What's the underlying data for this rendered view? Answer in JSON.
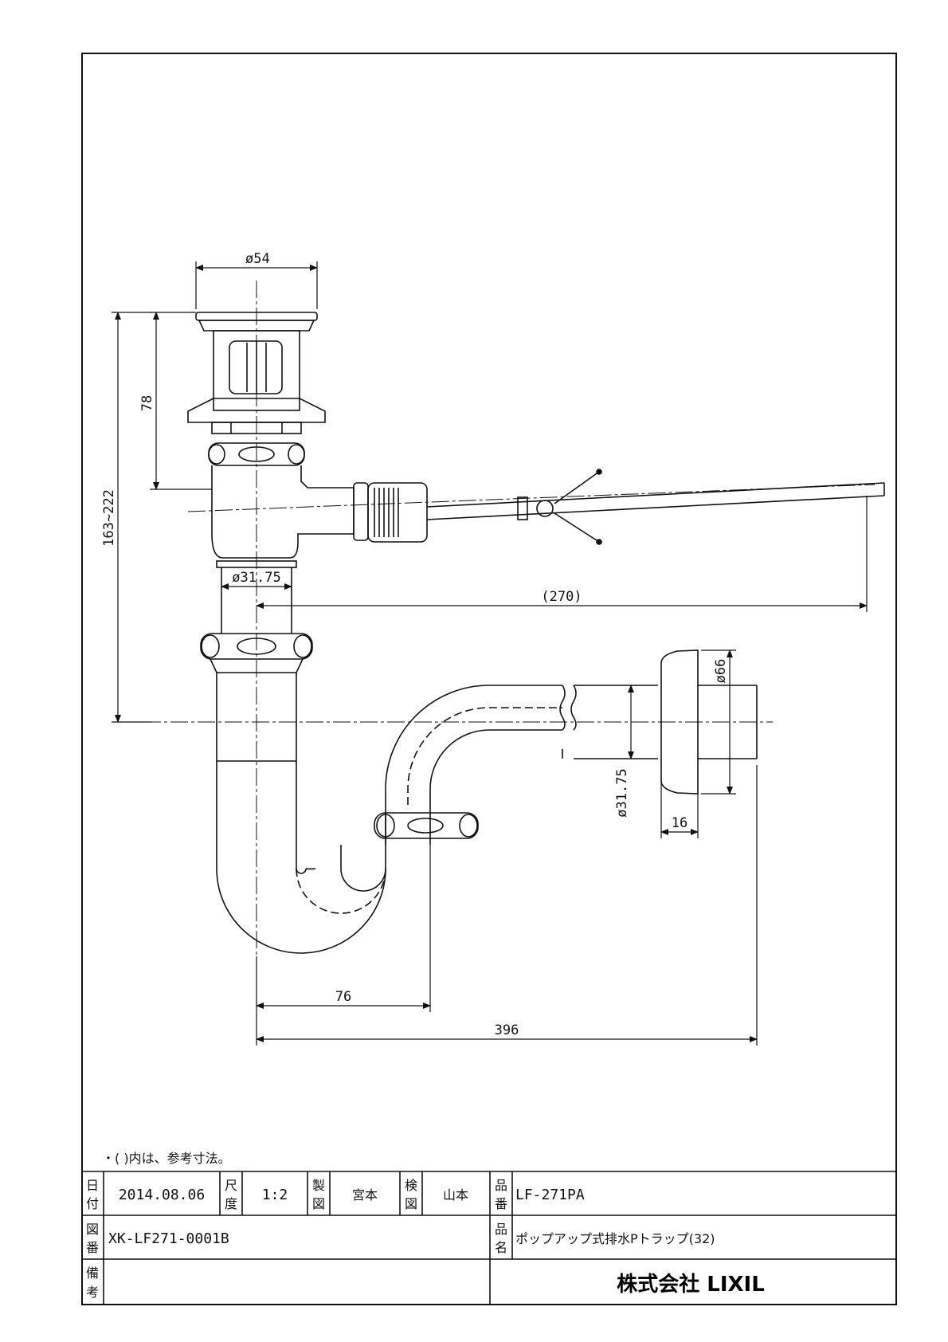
{
  "dimensions": {
    "d54": "ø54",
    "d78": "78",
    "d163": "163~222",
    "d3175a": "ø31.75",
    "d270": "(270)",
    "d66": "ø66",
    "d3175b": "ø31.75",
    "d16": "16",
    "d76": "76",
    "d396": "396"
  },
  "note": "・(  )内は、参考寸法。",
  "title_block": {
    "date_label_1": "日",
    "date_label_2": "付",
    "date": "2014.08.06",
    "scale_label_1": "尺",
    "scale_label_2": "度",
    "scale": "1:2",
    "drawn_label_1": "製",
    "drawn_label_2": "図",
    "drawn_by": "宮本",
    "checked_label_1": "検",
    "checked_label_2": "図",
    "checked_by": "山本",
    "part_no_label_1": "品",
    "part_no_label_2": "番",
    "part_no": "LF-271PA",
    "drawing_no_label_1": "図",
    "drawing_no_label_2": "番",
    "drawing_no": "XK-LF271-0001B",
    "product_name_label_1": "品",
    "product_name_label_2": "名",
    "product_name": "ポップアップ式排水Pトラップ(32)",
    "remarks_label_1": "備",
    "remarks_label_2": "考",
    "remarks": "",
    "company": "株式会社 LIXIL"
  }
}
